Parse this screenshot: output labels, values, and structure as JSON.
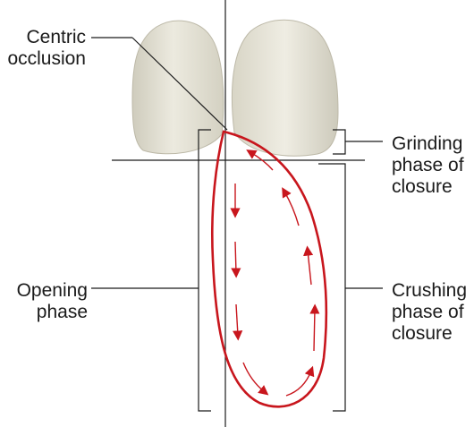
{
  "labels": {
    "centric_occlusion": [
      "Centric",
      "occlusion"
    ],
    "opening_phase": [
      "Opening",
      "phase"
    ],
    "grinding_phase": [
      "Grinding",
      "phase of",
      "closure"
    ],
    "crushing_phase": [
      "Crushing",
      "phase of",
      "closure"
    ]
  },
  "colors": {
    "tooth_fill": "#e6e4d8",
    "tooth_shade": "#c9c6b6",
    "path": "#c8161d",
    "lines": "#1a1a1a"
  }
}
